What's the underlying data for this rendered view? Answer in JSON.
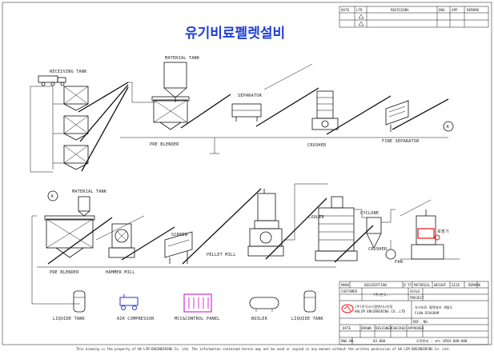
{
  "title": "유기비료펠렛설비",
  "revision_table": {
    "headers": [
      "DATE",
      "LTR",
      "REVISIONS",
      "DWG",
      "APP",
      "REMARK"
    ]
  },
  "top_labels": {
    "receiving_tank": "RECEIVING TANK",
    "material_tank": "MATERIAL TANK",
    "separator": "SEPARATOR",
    "pre_blender": "PRE BLENDER",
    "crusher": "CRUSHER",
    "fine_separator": "FINE SEPARATOR"
  },
  "bottom_labels": {
    "material_tank": "MATERIAL TANK",
    "pre_blender": "PRE BLENDER",
    "hammer_mill": "HAMMER MILL",
    "screen": "SCREEN",
    "pellet_mill": "PELLET MILL",
    "cooler": "COOLER",
    "cyclone": "CYCLONE",
    "crusher": "CRUSHER",
    "fan": "FAN",
    "bag_label": "포장기"
  },
  "markers": {
    "a_top": "A",
    "a_bottom": "A"
  },
  "legend": {
    "liquid_tank": "LIQUIDE TANK",
    "air_compressor": "AIR COMPRESSOR",
    "main_control_panel": "MCC&CONTROL PANEL",
    "boiler": "BOILER",
    "liquid_tank_2": "LIQUIDE TANK"
  },
  "title_block": {
    "parts_headers": [
      "MARK",
      "DESCRIPTION",
      "Q'TY",
      "MATERIAL",
      "WEIGHT",
      "SIZE",
      "REMARK"
    ],
    "customer_label": "CUSTOMER",
    "customer_value": "(주)한국..",
    "scale_label": "SCALE",
    "project_label": "PROJECT",
    "company_name": "(주)한국시스템엔지니어링",
    "company_sub": "HALIM ENGINEERING CO.,LTD",
    "drawing_title_1": "유기비료 펠렛설비 계통도",
    "drawing_title_2": "FLOW DIAGRAM",
    "ref_label": "REF. NO.",
    "sign_headers": [
      "DATE",
      "DRAWN",
      "DESIGNED",
      "CHECKED",
      "APPROVED"
    ],
    "dwg_no_label": "DWG NO.",
    "dwg_no_value": "03.000",
    "drawing_no": "도면번호 : 코드 0503-000-000"
  },
  "footer_notice": "This drawing is the property of HA LIM ENGINEERING Co. Ltd. The information contained herein may not be used or copied in any manner without the written permission of HA LIM ENGINEERING Co. Ltd."
}
